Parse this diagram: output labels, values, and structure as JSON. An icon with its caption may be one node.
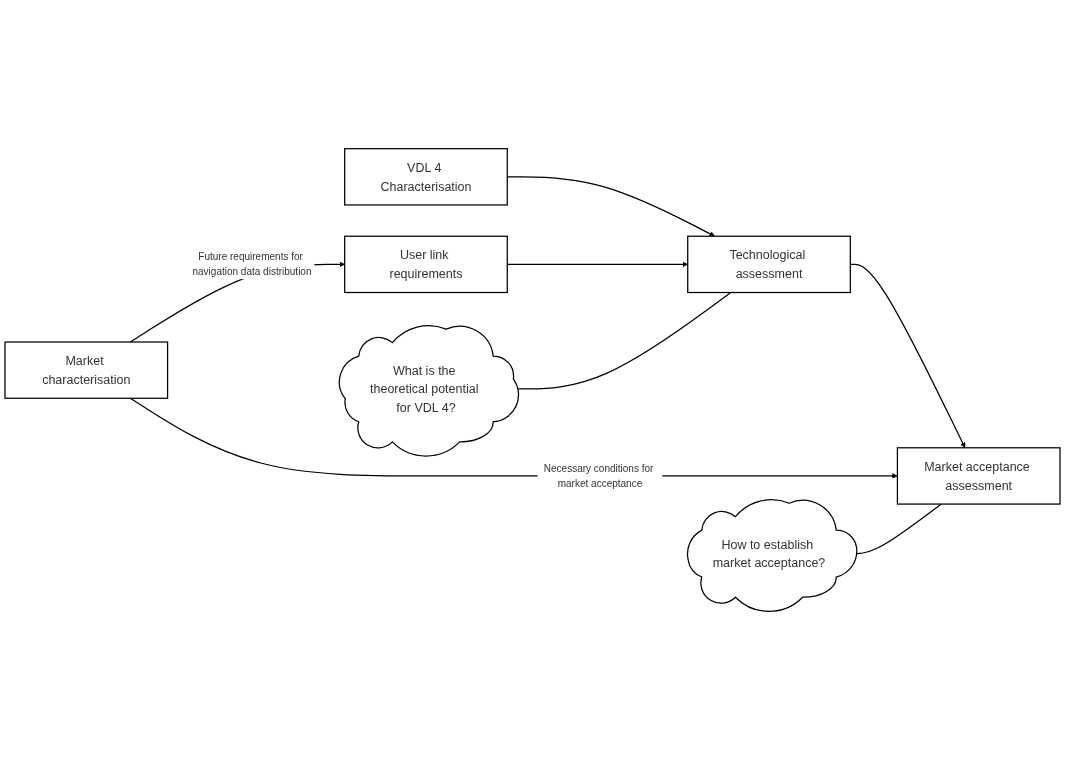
{
  "diagram": {
    "nodes": [
      {
        "text": [
          "VDL 4 Characterisation"
        ]
      },
      {
        "text": [
          "User link requirements"
        ]
      },
      {
        "text": [
          "Technological assessment"
        ]
      },
      {
        "text": [
          "Market acceptance assessment"
        ]
      },
      {
        "text": [
          "Market characterisation"
        ]
      },
      {
        "text": [
          "What is the theoretical potential for VDL 4?"
        ]
      },
      {
        "text": [
          "How to establish market acceptance?"
        ]
      }
    ],
    "edges": [
      {
        "from": 0,
        "to": 2,
        "arrow": "to"
      },
      {
        "from": 1,
        "to": 2,
        "arrow": "to"
      },
      {
        "from": 2,
        "to": 3,
        "arrow": "to"
      },
      {
        "from": 4,
        "to": 1,
        "arrow": "to",
        "label": "Future requirements for navigation data distribution"
      },
      {
        "from": 4,
        "to": 3,
        "arrow": "to",
        "label": "Necessary conditions for market acceptance"
      },
      {
        "from": 5,
        "to": 2,
        "arrow": "none"
      },
      {
        "from": 6,
        "to": 3,
        "arrow": "none"
      }
    ]
  }
}
